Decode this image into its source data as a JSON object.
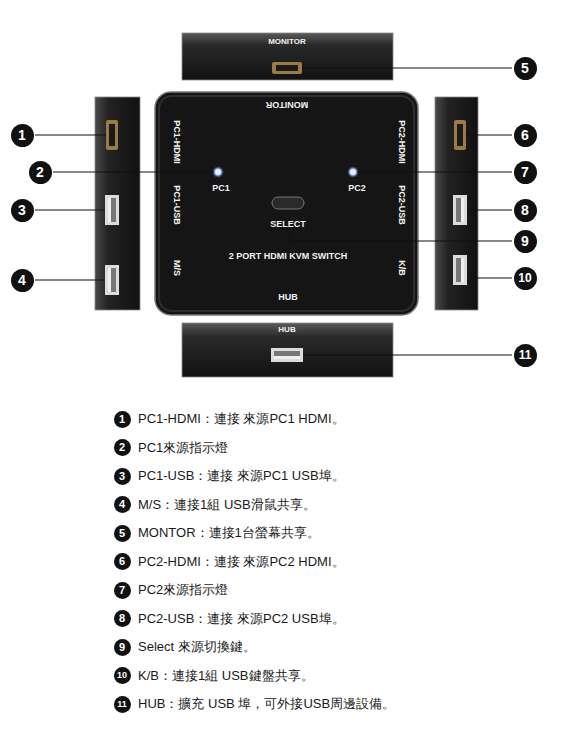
{
  "diagram": {
    "nodes": [
      {
        "text": [
          "MONITOR"
        ]
      },
      {
        "text": [
          "MONITOR",
          "PC1-HDMI",
          "PC1-USB",
          "M/S",
          "PC1",
          "PC2",
          "SELECT",
          "2 PORT HDMI KVM SWITCH",
          "PC2-HDMI",
          "PC2-USB",
          "K/B",
          "HUB"
        ]
      },
      {
        "text": [
          "HUB"
        ]
      }
    ],
    "labels": [
      "1",
      "2",
      "3",
      "4",
      "5",
      "6",
      "7",
      "8",
      "9",
      "10",
      "11",
      "1",
      "PC1-HDMI：連接 來源PC1 HDMI。",
      "2",
      "PC1來源指示燈",
      "3",
      "PC1-USB：連接 來源PC1 USB埠。",
      "4",
      "M/S：連接1組 USB滑鼠共享。",
      "5",
      "MONTOR：連接1台螢幕共享。",
      "6",
      "PC2-HDMI：連接 來源PC2 HDMI。",
      "7",
      "PC2來源指示燈",
      "8",
      "PC2-USB：連接 來源PC2 USB埠。",
      "9",
      "Select 來源切換鍵。",
      "10",
      "K/B：連接1組 USB鍵盤共享。",
      "11",
      "HUB：擴充 USB 埠，可外接USB周邊設備。"
    ]
  }
}
